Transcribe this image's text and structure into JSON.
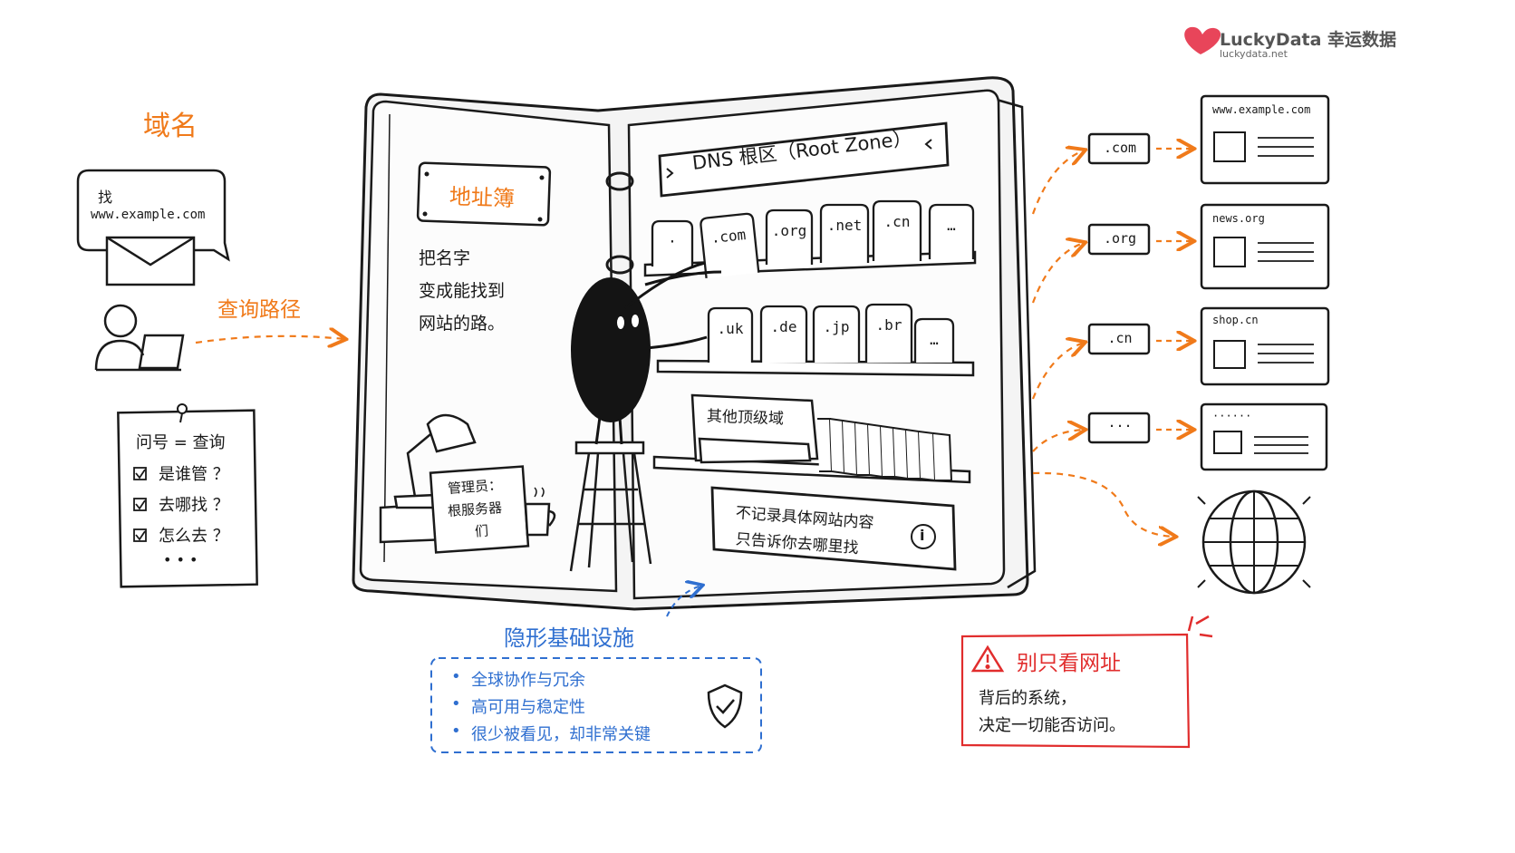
{
  "brand": {
    "name": "LuckyData 幸运数据",
    "url": "luckydata.net",
    "color": "#e8455a"
  },
  "left": {
    "title": "域名",
    "bubble": {
      "line1": "找",
      "line2": "www.example.com"
    },
    "query_path": "查询路径",
    "note": {
      "header": "问号 = 查询",
      "items": [
        "是谁管 ？",
        "去哪找 ？",
        "怎么去 ？"
      ],
      "more": "• • •"
    }
  },
  "book": {
    "left_page": {
      "tag": "地址簿",
      "text": [
        "把名字",
        "变成能找到",
        "网站的路。"
      ],
      "admin_sign": [
        "管理员：",
        "根服务器",
        "们"
      ]
    },
    "right_page": {
      "header": "DNS 根区（Root Zone）",
      "shelf1": [
        "·",
        ".com",
        ".org",
        ".net",
        ".cn",
        "…"
      ],
      "shelf2": [
        ".uk",
        ".de",
        ".jp",
        ".br",
        "…"
      ],
      "shelf3_label": "其他顶级域",
      "info": [
        "不记录具体网站内容",
        "只告诉你去哪里找"
      ],
      "info_icon": "i"
    }
  },
  "right": {
    "tld_boxes": [
      ".com",
      ".org",
      ".cn",
      "···"
    ],
    "sites": [
      "www.example.com",
      "news.org",
      "shop.cn",
      "······"
    ]
  },
  "infra": {
    "title": "隐形基础设施",
    "items": [
      "全球协作与冗余",
      "高可用与稳定性",
      "很少被看见，却非常关键"
    ]
  },
  "warning": {
    "title": "别只看网址",
    "lines": [
      "背后的系统，",
      "决定一切能否访问。"
    ]
  },
  "colors": {
    "orange": "#f07a1a",
    "blue": "#2f6fd0",
    "red": "#e12d2d",
    "ink": "#1a1a1a"
  }
}
